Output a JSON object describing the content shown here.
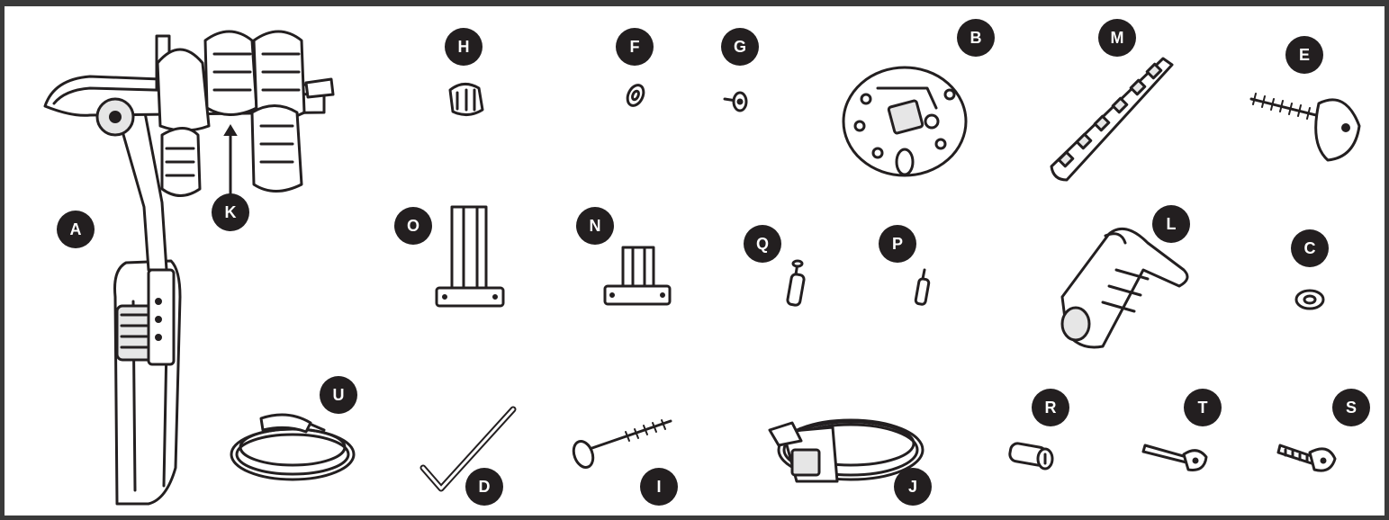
{
  "parts": [
    {
      "id": "A",
      "label": "A"
    },
    {
      "id": "B",
      "label": "B"
    },
    {
      "id": "C",
      "label": "C"
    },
    {
      "id": "D",
      "label": "D"
    },
    {
      "id": "E",
      "label": "E"
    },
    {
      "id": "F",
      "label": "F"
    },
    {
      "id": "G",
      "label": "G"
    },
    {
      "id": "H",
      "label": "H"
    },
    {
      "id": "I",
      "label": "I"
    },
    {
      "id": "J",
      "label": "J"
    },
    {
      "id": "K",
      "label": "K"
    },
    {
      "id": "L",
      "label": "L"
    },
    {
      "id": "M",
      "label": "M"
    },
    {
      "id": "N",
      "label": "N"
    },
    {
      "id": "O",
      "label": "O"
    },
    {
      "id": "P",
      "label": "P"
    },
    {
      "id": "Q",
      "label": "Q"
    },
    {
      "id": "R",
      "label": "R"
    },
    {
      "id": "S",
      "label": "S"
    },
    {
      "id": "T",
      "label": "T"
    },
    {
      "id": "U",
      "label": "U"
    }
  ],
  "colors": {
    "ink": "#231f20",
    "frame": "#3a3a3a",
    "background": "#ffffff"
  }
}
